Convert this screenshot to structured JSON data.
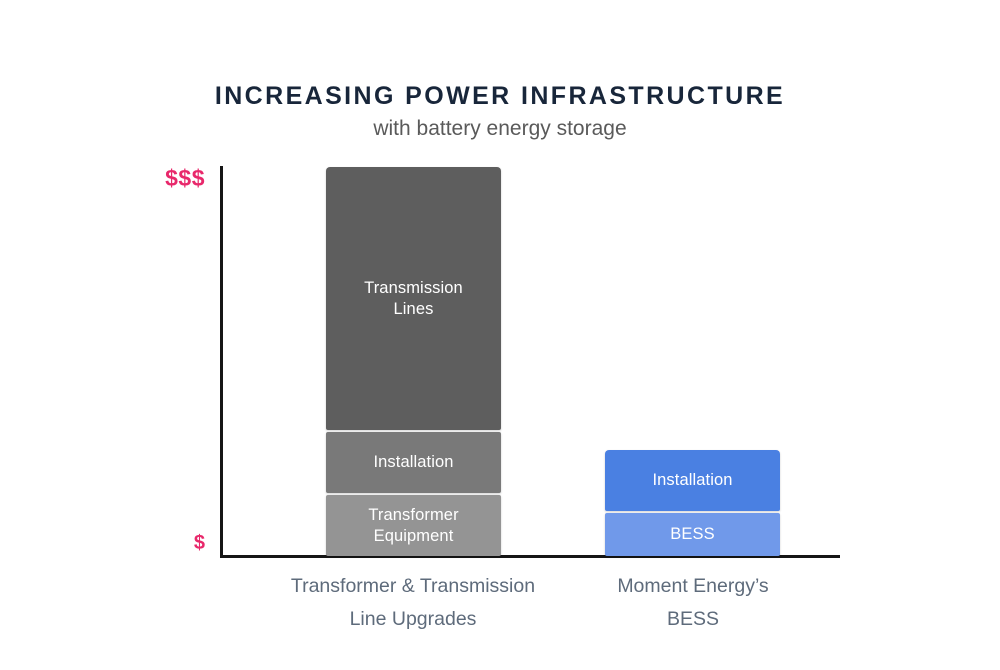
{
  "chart_data": {
    "type": "bar",
    "title": "INCREASING POWER INFRASTRUCTURE",
    "subtitle": "with battery energy storage",
    "xlabel": "",
    "ylabel": "",
    "stacked": true,
    "grid": false,
    "legend": "none",
    "y_axis": {
      "tick_labels": [
        "$$$",
        "$"
      ],
      "low_label": "$",
      "high_label": "$$$",
      "axis_color": "#151515",
      "tick_color": "#e8286b",
      "range_note": "qualitative cost scale from $ (low) to $$$ (high)"
    },
    "categories": [
      "Transformer & Transmission\nLine Upgrades",
      "Moment Energy’s\nBESS"
    ],
    "series": [
      {
        "name": "Transmission Lines",
        "values": [
          3.95,
          0
        ],
        "color": "#5e5e5e"
      },
      {
        "name": "Installation",
        "values": [
          0.93,
          0.93
        ],
        "color_by_category": [
          "#797979",
          "#4a80e2"
        ]
      },
      {
        "name": "Transformer Equipment",
        "values": [
          0.92,
          0
        ],
        "color": "#949494"
      },
      {
        "name": "BESS",
        "values": [
          0,
          0.65
        ],
        "color": "#7099ea"
      }
    ],
    "bars": [
      {
        "category_label": "Transformer & Transmission\nLine Upgrades",
        "total_value": 5.8,
        "segments": [
          {
            "label": "Transmission\nLines",
            "value": 3.95,
            "color": "#5e5e5e"
          },
          {
            "label": "Installation",
            "value": 0.93,
            "color": "#797979"
          },
          {
            "label": "Transformer\nEquipment",
            "value": 0.92,
            "color": "#949494"
          }
        ]
      },
      {
        "category_label": "Moment Energy’s\nBESS",
        "total_value": 1.58,
        "segments": [
          {
            "label": "Installation",
            "value": 0.93,
            "color": "#4a80e2"
          },
          {
            "label": "BESS",
            "value": 0.65,
            "color": "#7099ea"
          }
        ]
      }
    ]
  },
  "colors": {
    "title": "#18263a",
    "subtitle": "#5a5a5a",
    "axis": "#151515",
    "money_tick": "#e8286b",
    "category_label": "#5e6b7b",
    "segment_label": "#ffffff",
    "background": "#ffffff"
  }
}
